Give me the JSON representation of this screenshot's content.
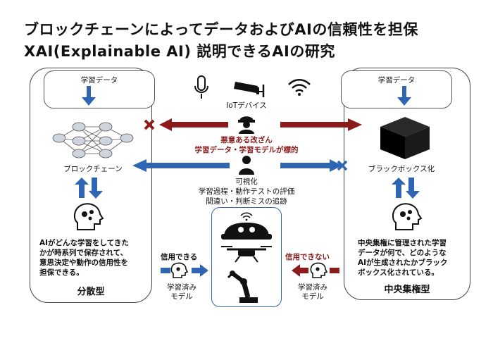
{
  "title_line1": "ブロックチェーンによってデータおよびAIの信頼性を担保",
  "title_line2": "XAI(Explainable AI) 説明できるAIの研究",
  "left": {
    "data_label": "学習データ",
    "chain_label": "ブロックチェーン",
    "description": [
      "AIがどんな学習をしてきた",
      "かが時系列で保存されて、",
      "意思決定や動作の信用性を",
      "担保できる。"
    ],
    "type_label": "分散型"
  },
  "right": {
    "data_label": "学習データ",
    "blackbox_label": "ブラックボックス化",
    "description": [
      "中央集権に管理された学習",
      "データが何で、どのような",
      "AIが生成されたかブラック",
      "ボックス化されている。"
    ],
    "type_label": "中央集権型"
  },
  "center": {
    "iot_label": "IoTデバイス",
    "attacker_lines": [
      "悪意ある改ざん",
      "学習データ・学習モデルが標的"
    ],
    "visual_lines": [
      "可視化",
      "学習過程・動作テストの評価",
      "間違い・判断ミスの追跡"
    ],
    "trusted_label": "信用できる",
    "untrusted_label": "信用できない",
    "model_label_left": [
      "学習済み",
      "モデル"
    ],
    "model_label_right": [
      "学習済み",
      "モデル"
    ]
  },
  "colors": {
    "blue": "#2f65b3",
    "darkred": "#8b1a1a",
    "black": "#111111"
  }
}
